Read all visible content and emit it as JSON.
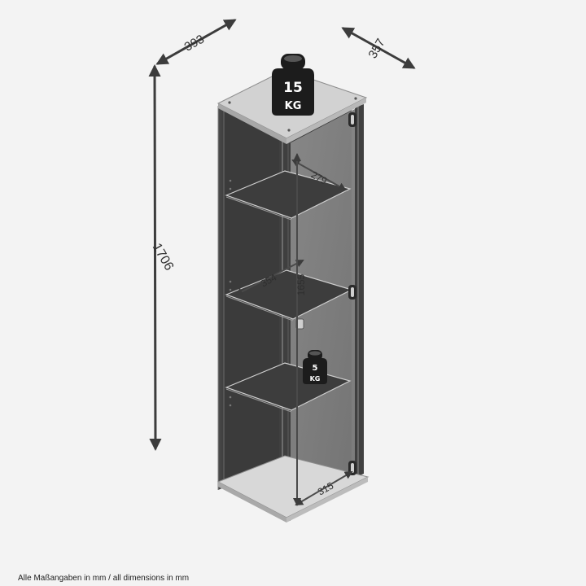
{
  "dimensions": {
    "top_depth": "393",
    "top_width": "357",
    "height": "1706",
    "shelf_depth": "279",
    "shelf_width": "354",
    "inner_height": "1655",
    "bottom_width": "315"
  },
  "weights": {
    "top": {
      "value": "15",
      "unit": "KG"
    },
    "shelf": {
      "value": "5",
      "unit": "KG"
    }
  },
  "footer_note": "Alle Maßangaben in mm / all dimensions in mm",
  "colors": {
    "background": "#f3f3f3",
    "cabinet_dark": "#3a3a3a",
    "cabinet_edge": "#777777",
    "glass": "#7e7e7e",
    "top_panel": "#cfcfcf",
    "arrow": "#3c3c3c",
    "weight_body": "#1c1c1c"
  }
}
